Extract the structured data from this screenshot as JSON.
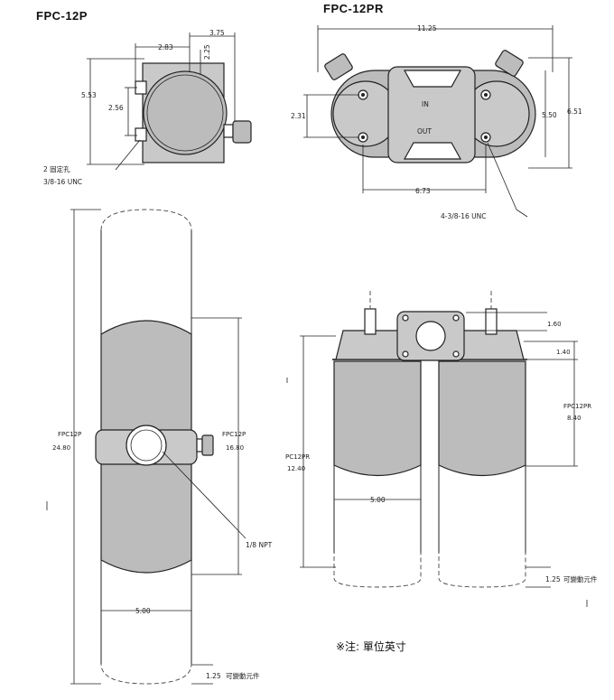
{
  "titles": {
    "fpc12p": "FPC-12P",
    "fpc12pr": "FPC-12PR"
  },
  "fpc12p_top": {
    "dim_375": "3.75",
    "dim_283": "2.83",
    "dim_225": "2.25",
    "dim_553": "5.53",
    "dim_256": "2.56",
    "holes_line1": "2 固定孔",
    "holes_line2": "3/8-16 UNC"
  },
  "fpc12pr_top": {
    "dim_1125": "11.25",
    "dim_231": "2.31",
    "dim_550": "5.50",
    "dim_651": "6.51",
    "dim_673": "6.73",
    "label_in": "IN",
    "label_out": "OUT",
    "holes": "4-3/8-16 UNC"
  },
  "fpc12p_side": {
    "overall_label": "FPC12P",
    "overall_value": "24.80",
    "element_label": "FPC12P",
    "element_value": "16.80",
    "port": "1/8 NPT",
    "width": "5.00",
    "removal_value": "1.25",
    "removal_text": "可變動元件"
  },
  "fpc12pr_side": {
    "dim_160": "1.60",
    "dim_140": "1.40",
    "right_label": "FPC12PR",
    "right_value": "8.40",
    "left_label": "PC12PR",
    "left_value": "12.40",
    "width": "5.00",
    "removal_value": "1.25",
    "removal_text": "可變動元件"
  },
  "note": "※注:  單位英寸"
}
